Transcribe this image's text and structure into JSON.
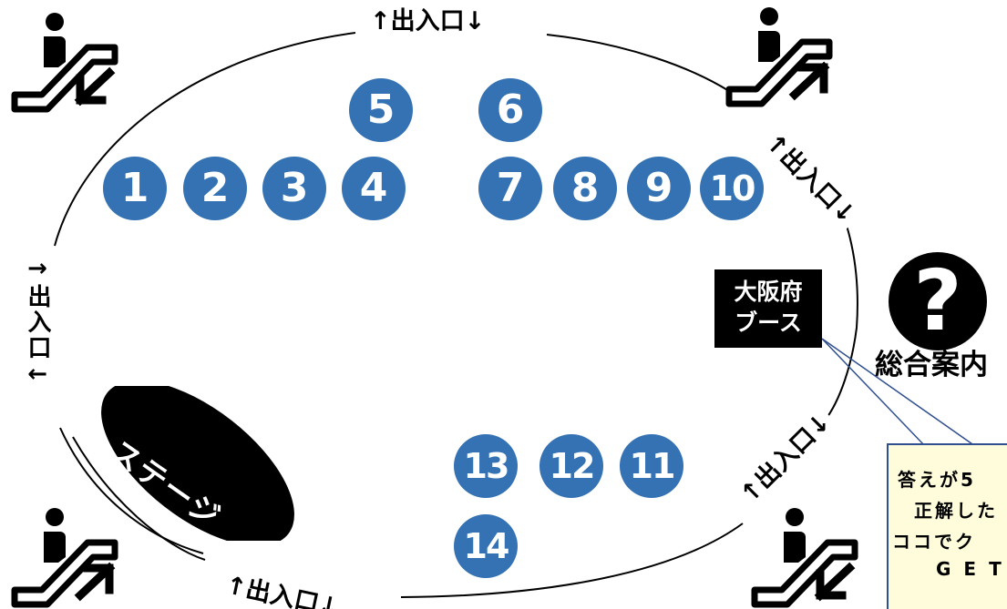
{
  "entrances": {
    "top": "↑出入口↓",
    "bottom": "↑出入口↓",
    "right_upper": "↑出入口↓",
    "right_lower": "↑出入口↓",
    "left": "→出入口←"
  },
  "booths": [
    "1",
    "2",
    "3",
    "4",
    "5",
    "6",
    "7",
    "8",
    "9",
    "10",
    "11",
    "12",
    "13",
    "14"
  ],
  "osaka_booth": {
    "line1": "大阪府",
    "line2": "ブース"
  },
  "stage": "ステージ",
  "info": {
    "icon_glyph": "?",
    "label": "総合案内"
  },
  "callout": {
    "lines": [
      "答えが5",
      "正解した",
      "ココでク",
      "GET"
    ]
  },
  "colors": {
    "booth_dot": "#3472b4",
    "callout_bg": "#fffcdb",
    "callout_border": "#2f4f8f"
  },
  "icons": {
    "escalator_down": "escalator-down-icon",
    "escalator_up": "escalator-up-icon"
  }
}
